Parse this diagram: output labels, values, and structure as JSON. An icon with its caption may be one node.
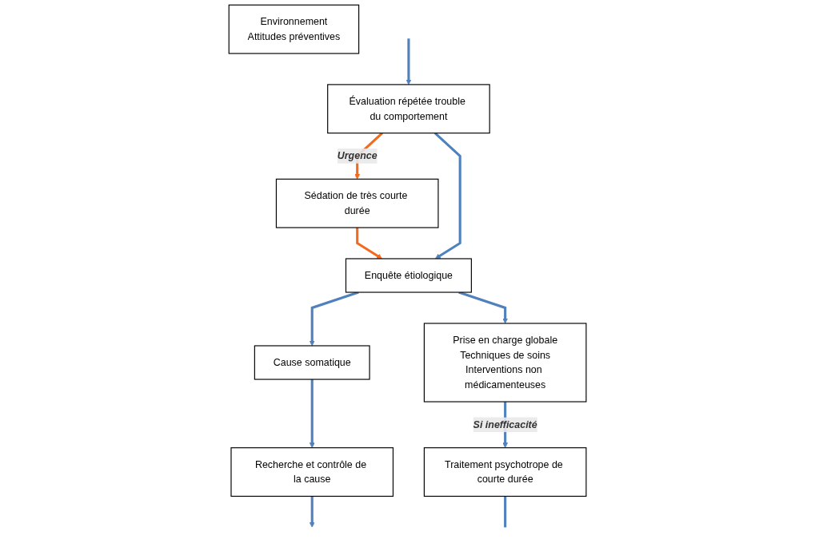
{
  "diagram": {
    "nodes": [
      {
        "text": [
          "Évaluation répétée trouble du comportement"
        ]
      },
      {
        "text": [
          "Sédation de très courte durée"
        ]
      },
      {
        "text": [
          "Enquête étiologique"
        ]
      },
      {
        "text": [
          "Cause somatique"
        ]
      },
      {
        "text": [
          "Recherche et contrôle de la cause"
        ]
      },
      {
        "text": [
          "Prise en charge globale",
          "Techniques de soins",
          "Interventions non médicamenteuses"
        ]
      },
      {
        "text": [
          "Environnement",
          "Attitudes préventives"
        ]
      },
      {
        "text": [
          "Traitement psychotrope de courte durée"
        ]
      }
    ],
    "edges": [
      {
        "from": 0,
        "to": 1,
        "arrow": "to",
        "label": "Urgence",
        "color": "#f26b1d"
      },
      {
        "from": 1,
        "to": 2,
        "arrow": "to",
        "color": "#f26b1d"
      },
      {
        "from": 0,
        "to": 2,
        "arrow": "to"
      },
      {
        "from": 2,
        "to": 3,
        "arrow": "to"
      },
      {
        "from": 3,
        "to": 4,
        "arrow": "to"
      },
      {
        "from": 4,
        "to": null,
        "arrow": "to"
      },
      {
        "from": 2,
        "to": 5,
        "arrow": "to"
      },
      {
        "from": 5,
        "to": 7,
        "arrow": "to",
        "label": "Si inefficacité"
      },
      {
        "from": null,
        "to": 0,
        "arrow": "to"
      },
      {
        "from": 7,
        "to": null,
        "arrow": "none"
      }
    ]
  }
}
